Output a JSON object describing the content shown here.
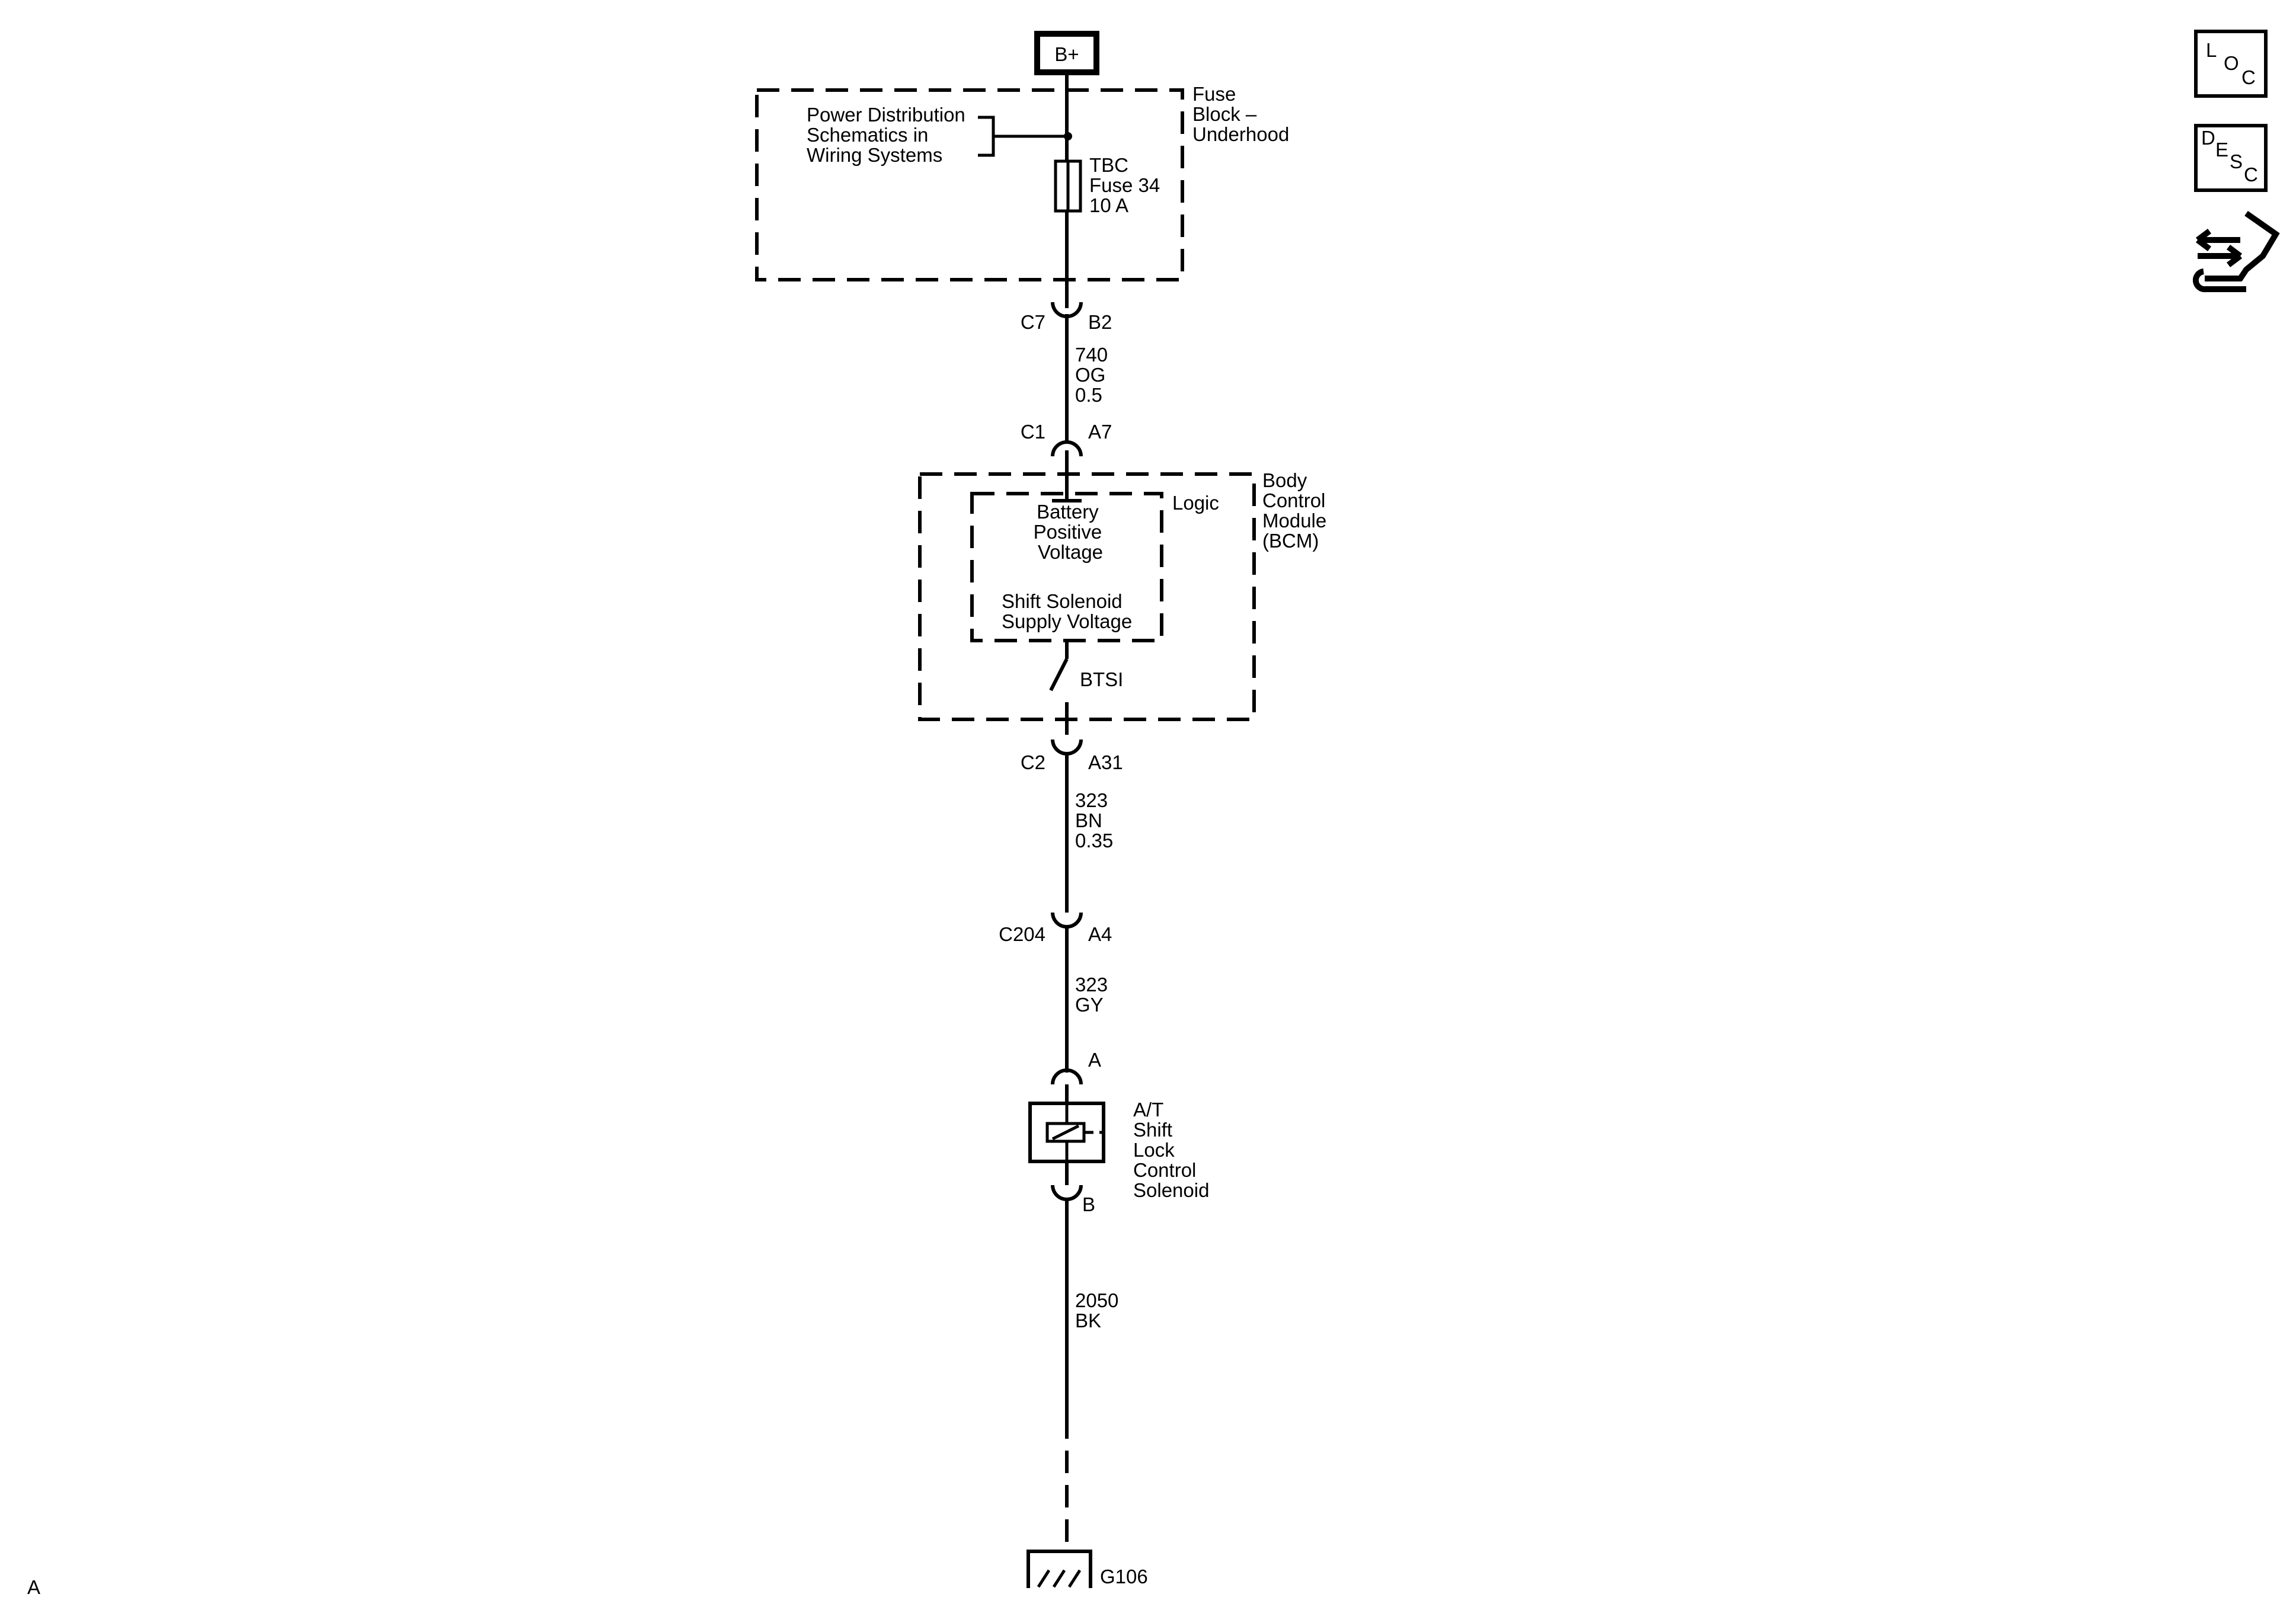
{
  "power": {
    "label": "B+"
  },
  "fuse_block": {
    "title_lines": [
      "Fuse",
      "Block –",
      "Underhood"
    ],
    "ref_lines": [
      "Power Distribution",
      "Schematics in",
      "Wiring Systems"
    ],
    "fuse_lines": [
      "TBC",
      "Fuse 34",
      "10 A"
    ]
  },
  "connector_c7": {
    "name": "C7",
    "pin": "B2"
  },
  "wire_740": {
    "lines": [
      "740",
      "OG",
      "0.5"
    ]
  },
  "connector_c1": {
    "name": "C1",
    "pin": "A7"
  },
  "bcm": {
    "title_lines": [
      "Body",
      "Control",
      "Module",
      "(BCM)"
    ],
    "logic_label": "Logic",
    "logic_lines": [
      "Battery",
      "Positive",
      "Voltage"
    ],
    "supply_lines": [
      "Shift Solenoid",
      "Supply Voltage"
    ],
    "switch_label": "BTSI"
  },
  "connector_c2": {
    "name": "C2",
    "pin": "A31"
  },
  "wire_323_bn": {
    "lines": [
      "323",
      "BN",
      "0.35"
    ]
  },
  "connector_c204": {
    "name": "C204",
    "pin": "A4"
  },
  "wire_323_gy": {
    "lines": [
      "323",
      "GY"
    ]
  },
  "solenoid": {
    "pin_top": "A",
    "pin_bottom": "B",
    "title_lines": [
      "A/T",
      "Shift",
      "Lock",
      "Control",
      "Solenoid"
    ]
  },
  "wire_2050": {
    "lines": [
      "2050",
      "BK"
    ]
  },
  "ground": {
    "label": "G106"
  },
  "page_marker": "A",
  "side_icons": {
    "loc": [
      "L",
      "O",
      "C"
    ],
    "desc": [
      "D",
      "E",
      "S",
      "C"
    ],
    "tool": "wrench-arrows-icon"
  }
}
